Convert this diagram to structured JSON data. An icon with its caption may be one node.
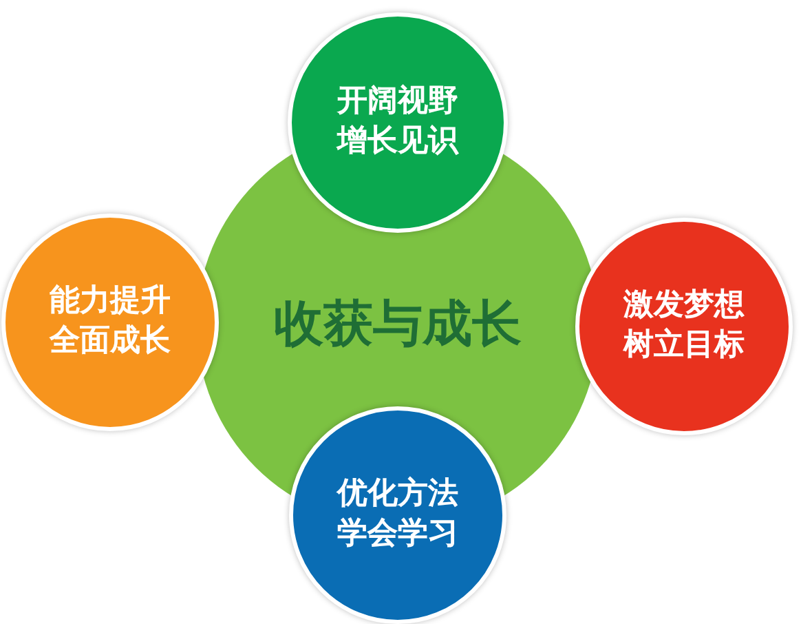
{
  "diagram": {
    "nodes": [
      {
        "text": [
          "收获与成长"
        ]
      },
      {
        "text": [
          "开阔视野增长见识"
        ]
      },
      {
        "text": [
          "能力提升全面成长"
        ]
      },
      {
        "text": [
          "激发梦想树立目标"
        ]
      },
      {
        "text": [
          "优化方法学会学习"
        ]
      }
    ]
  }
}
